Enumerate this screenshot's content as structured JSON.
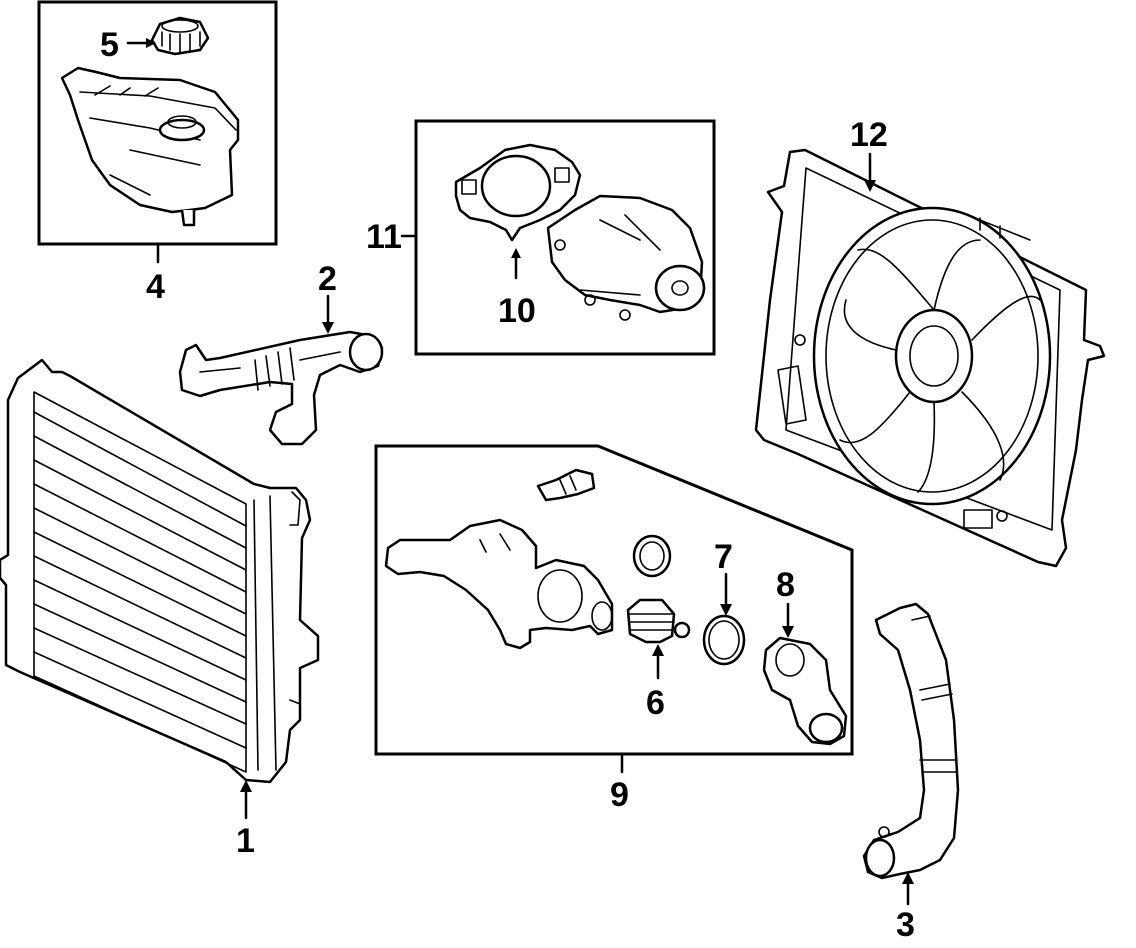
{
  "diagram": {
    "callouts": {
      "c1": "1",
      "c2": "2",
      "c3": "3",
      "c4": "4",
      "c5": "5",
      "c6": "6",
      "c7": "7",
      "c8": "8",
      "c9": "9",
      "c10": "10",
      "c11": "11",
      "c12": "12"
    },
    "parts": {
      "p1": "radiator",
      "p2": "upper-radiator-hose",
      "p3": "lower-radiator-hose",
      "p4": "coolant-reservoir",
      "p5": "reservoir-cap",
      "p6": "thermostat",
      "p7": "thermostat-o-ring",
      "p8": "thermostat-housing",
      "p9": "thermostat-assembly-group",
      "p10": "water-pump-gasket",
      "p11": "water-pump-assembly-group",
      "p12": "cooling-fan-assembly"
    },
    "line_color": "#000000",
    "background": "#ffffff"
  }
}
